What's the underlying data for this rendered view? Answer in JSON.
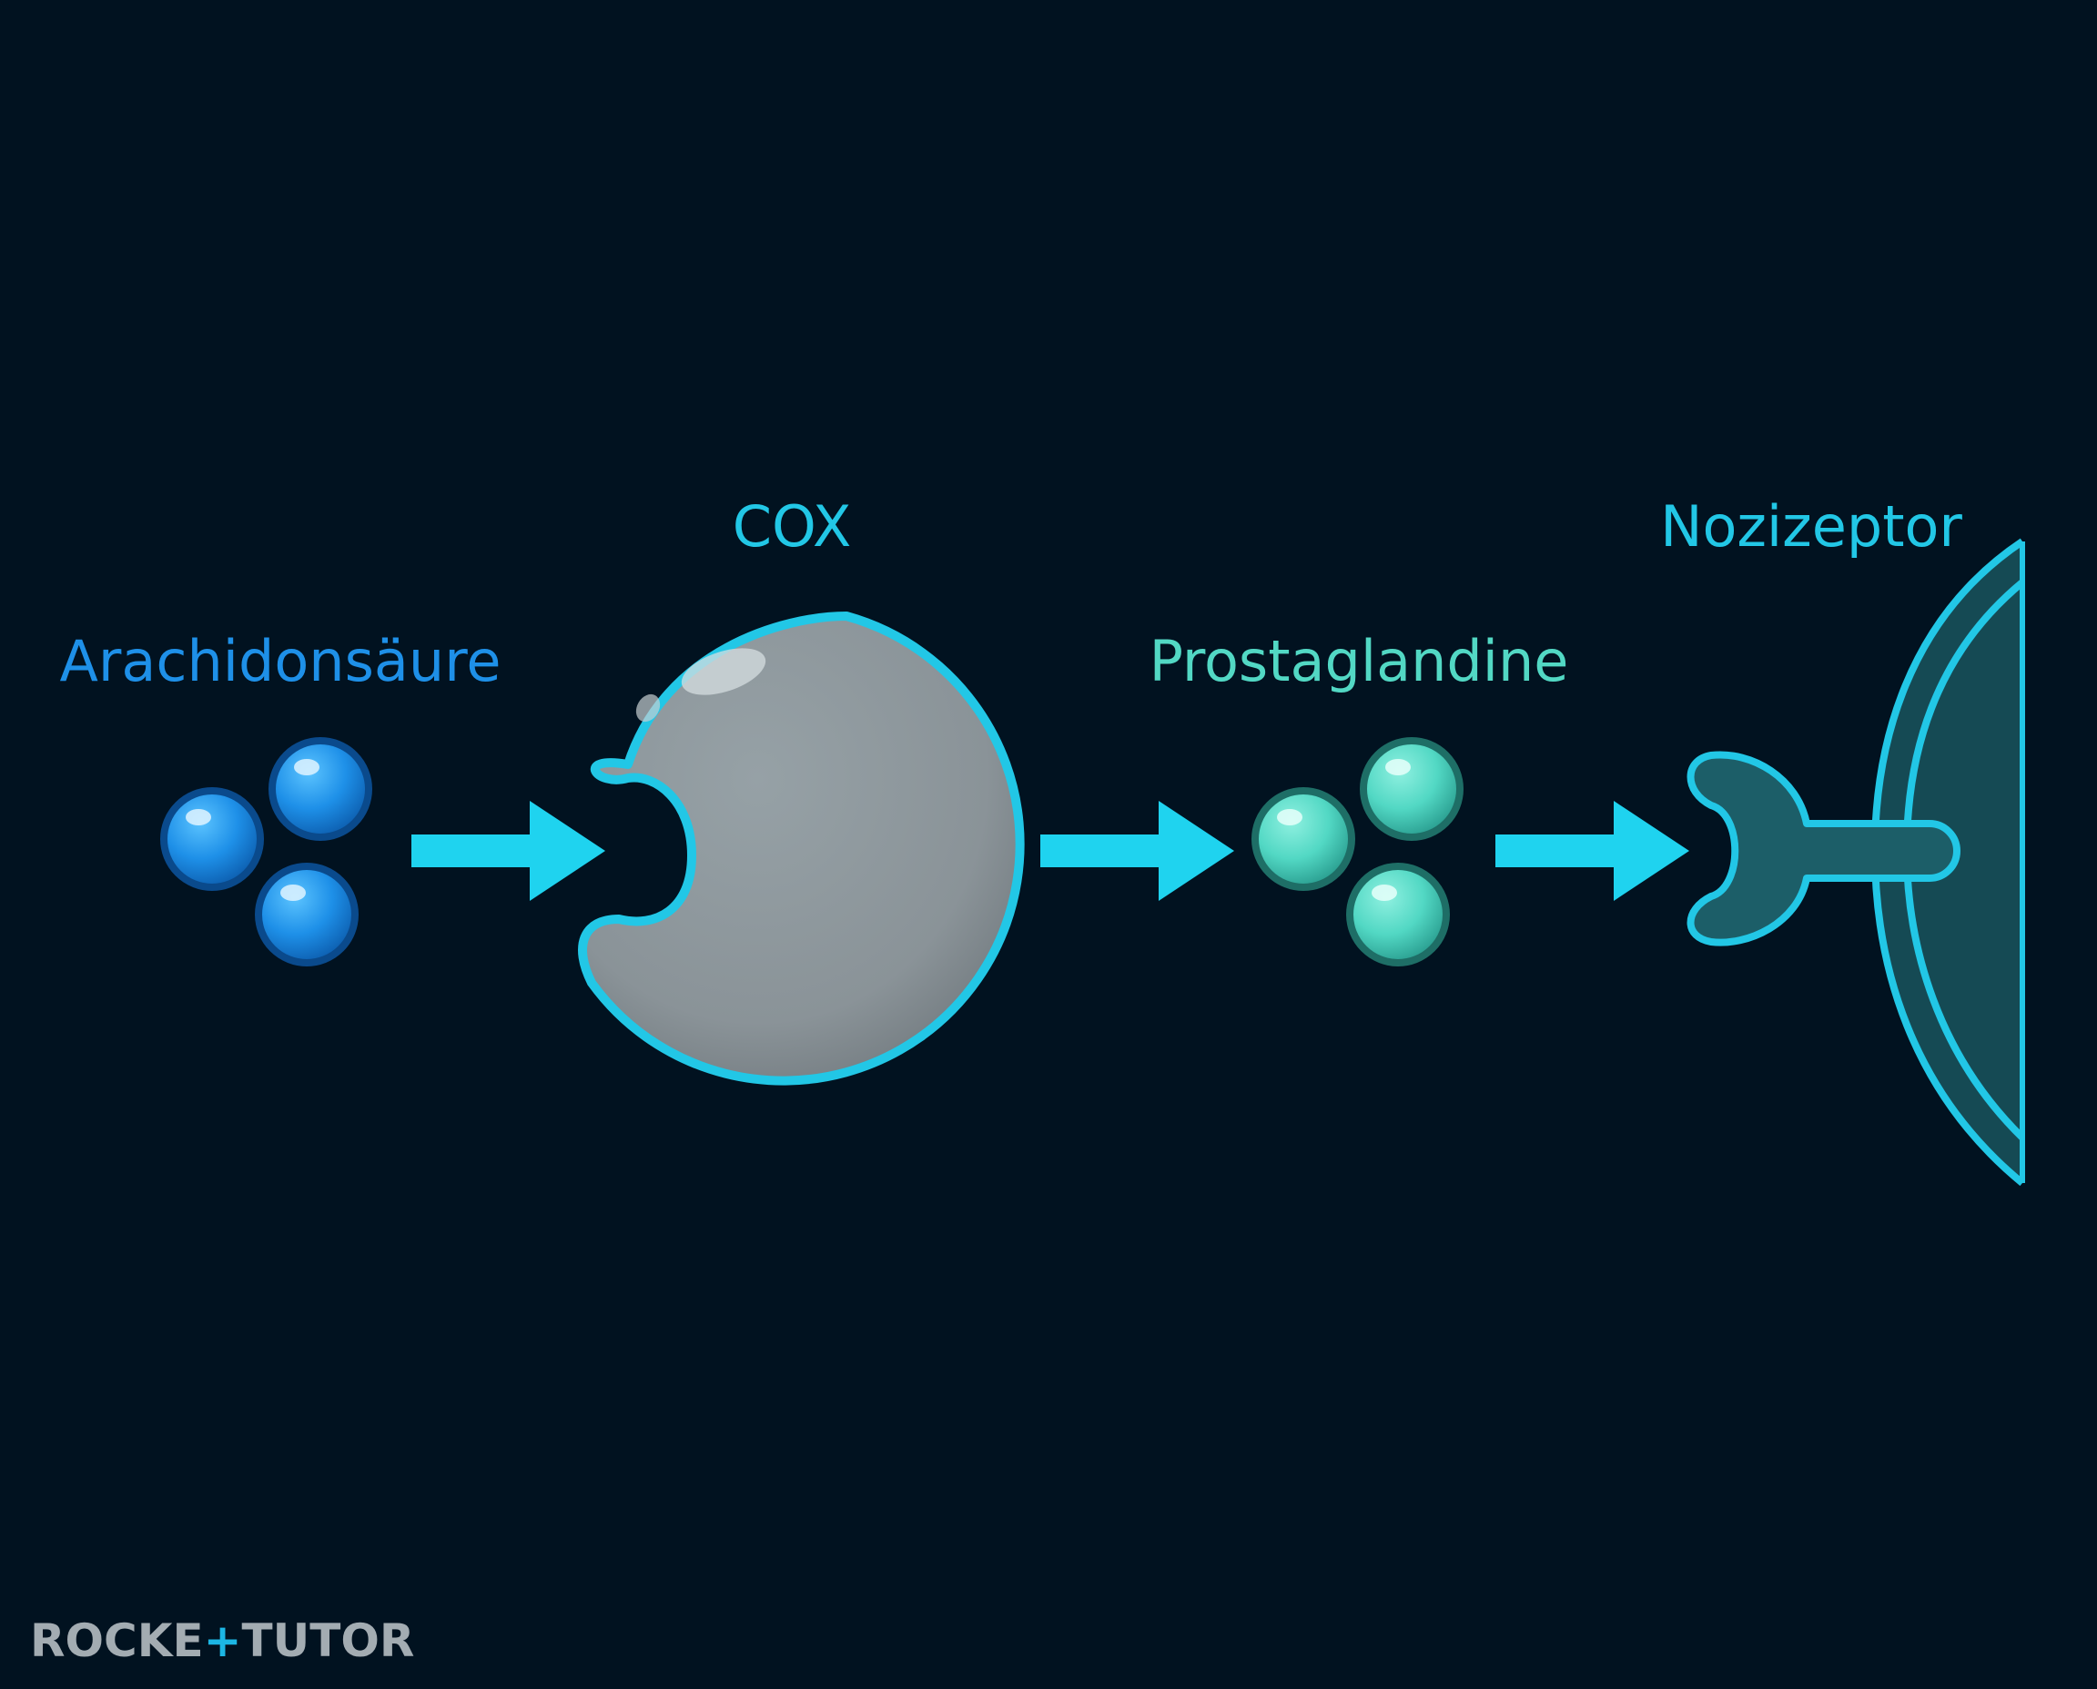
{
  "labels": {
    "arachidonic": "Arachidonsäure",
    "cox": "COX",
    "prostaglandin": "Prostaglandine",
    "nociceptor": "Nozizeptor"
  },
  "logo": {
    "part1": "ROCKE",
    "part2": "TUTO",
    "part3": "R"
  },
  "icons": [
    "arachidonic-acid-molecule-icon",
    "cox-enzyme-icon",
    "prostaglandin-molecule-icon",
    "receptor-icon",
    "nerve-membrane-icon",
    "arrow-right-icon"
  ],
  "colors": {
    "background": "#011220",
    "arachidonic": "#1e90e8",
    "prostaglandin": "#52d8c4",
    "arrow": "#1fd3ef",
    "enzyme": "#8a9398",
    "outline": "#22c7e6",
    "logo_gray": "#a3acb2",
    "logo_accent": "#1cb6e4"
  }
}
